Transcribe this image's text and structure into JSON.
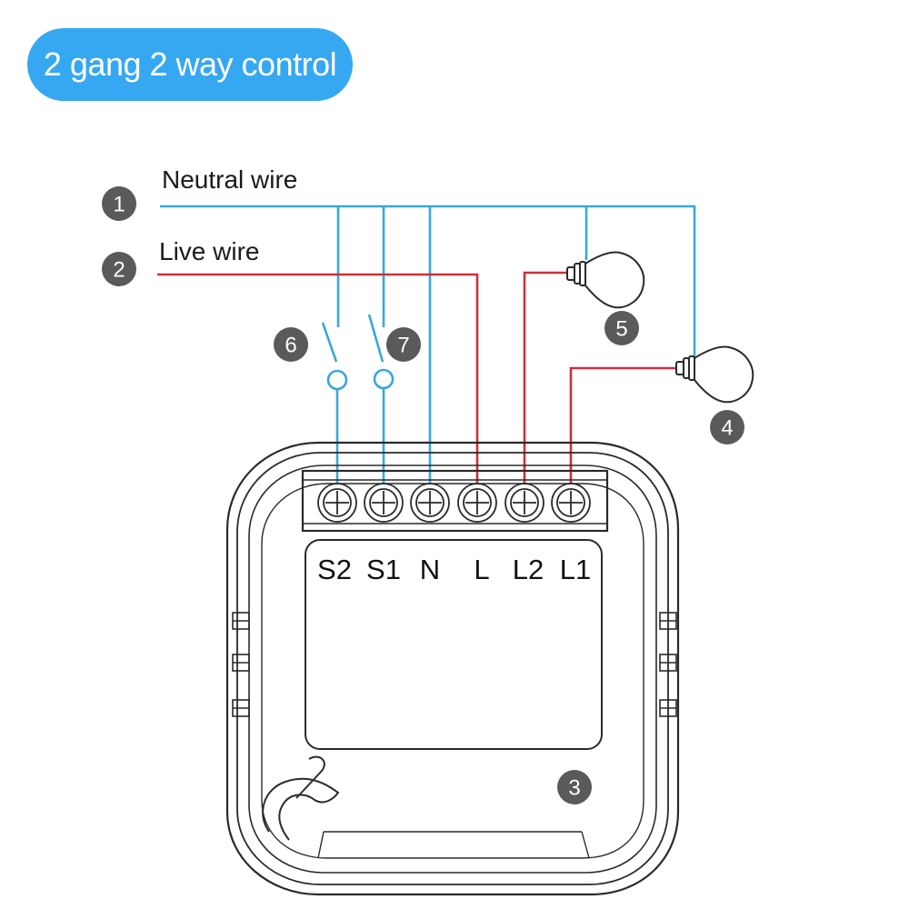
{
  "title": "2 gang 2 way control",
  "colors": {
    "title_bg": "#36a8f1",
    "neutral": "#3aa6dc",
    "live": "#c8323c",
    "badge": "#5a5a5a",
    "outline": "#2a2a2a"
  },
  "wires": {
    "neutral_label": "Neutral wire",
    "live_label": "Live wire"
  },
  "badges": [
    "1",
    "2",
    "3",
    "4",
    "5",
    "6",
    "7"
  ],
  "terminals": [
    "S2",
    "S1",
    "N",
    "L",
    "L2",
    "L1"
  ]
}
